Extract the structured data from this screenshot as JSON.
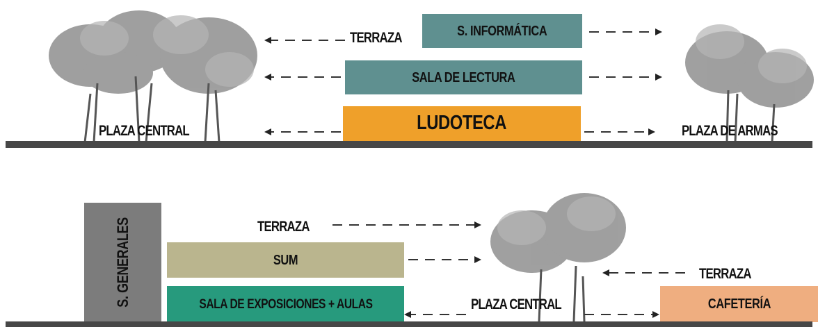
{
  "section_top": {
    "boxes": {
      "informatica": "S. INFORMÁTICA",
      "lectura": "SALA DE LECTURA",
      "ludoteca": "LUDOTECA"
    },
    "labels": {
      "terraza": "TERRAZA",
      "plaza_central": "PLAZA CENTRAL",
      "plaza_armas": "PLAZA DE ARMAS"
    }
  },
  "section_bottom": {
    "boxes": {
      "generales": "S. GENERALES",
      "sum": "SUM",
      "exposiciones": "SALA DE EXPOSICIONES + AULAS",
      "cafeteria": "CAFETERÍA"
    },
    "labels": {
      "terraza_upper": "TERRAZA",
      "terraza_right": "TERRAZA",
      "plaza_central": "PLAZA CENTRAL"
    }
  },
  "colors": {
    "teal": "#5f9090",
    "orange": "#efa02a",
    "gray": "#7c7c7c",
    "khaki": "#bab58e",
    "green": "#279a7d",
    "salmon": "#efae80",
    "ground": "#474747"
  },
  "icons": [
    "tree-icon",
    "arrow-left-icon",
    "arrow-right-icon"
  ]
}
